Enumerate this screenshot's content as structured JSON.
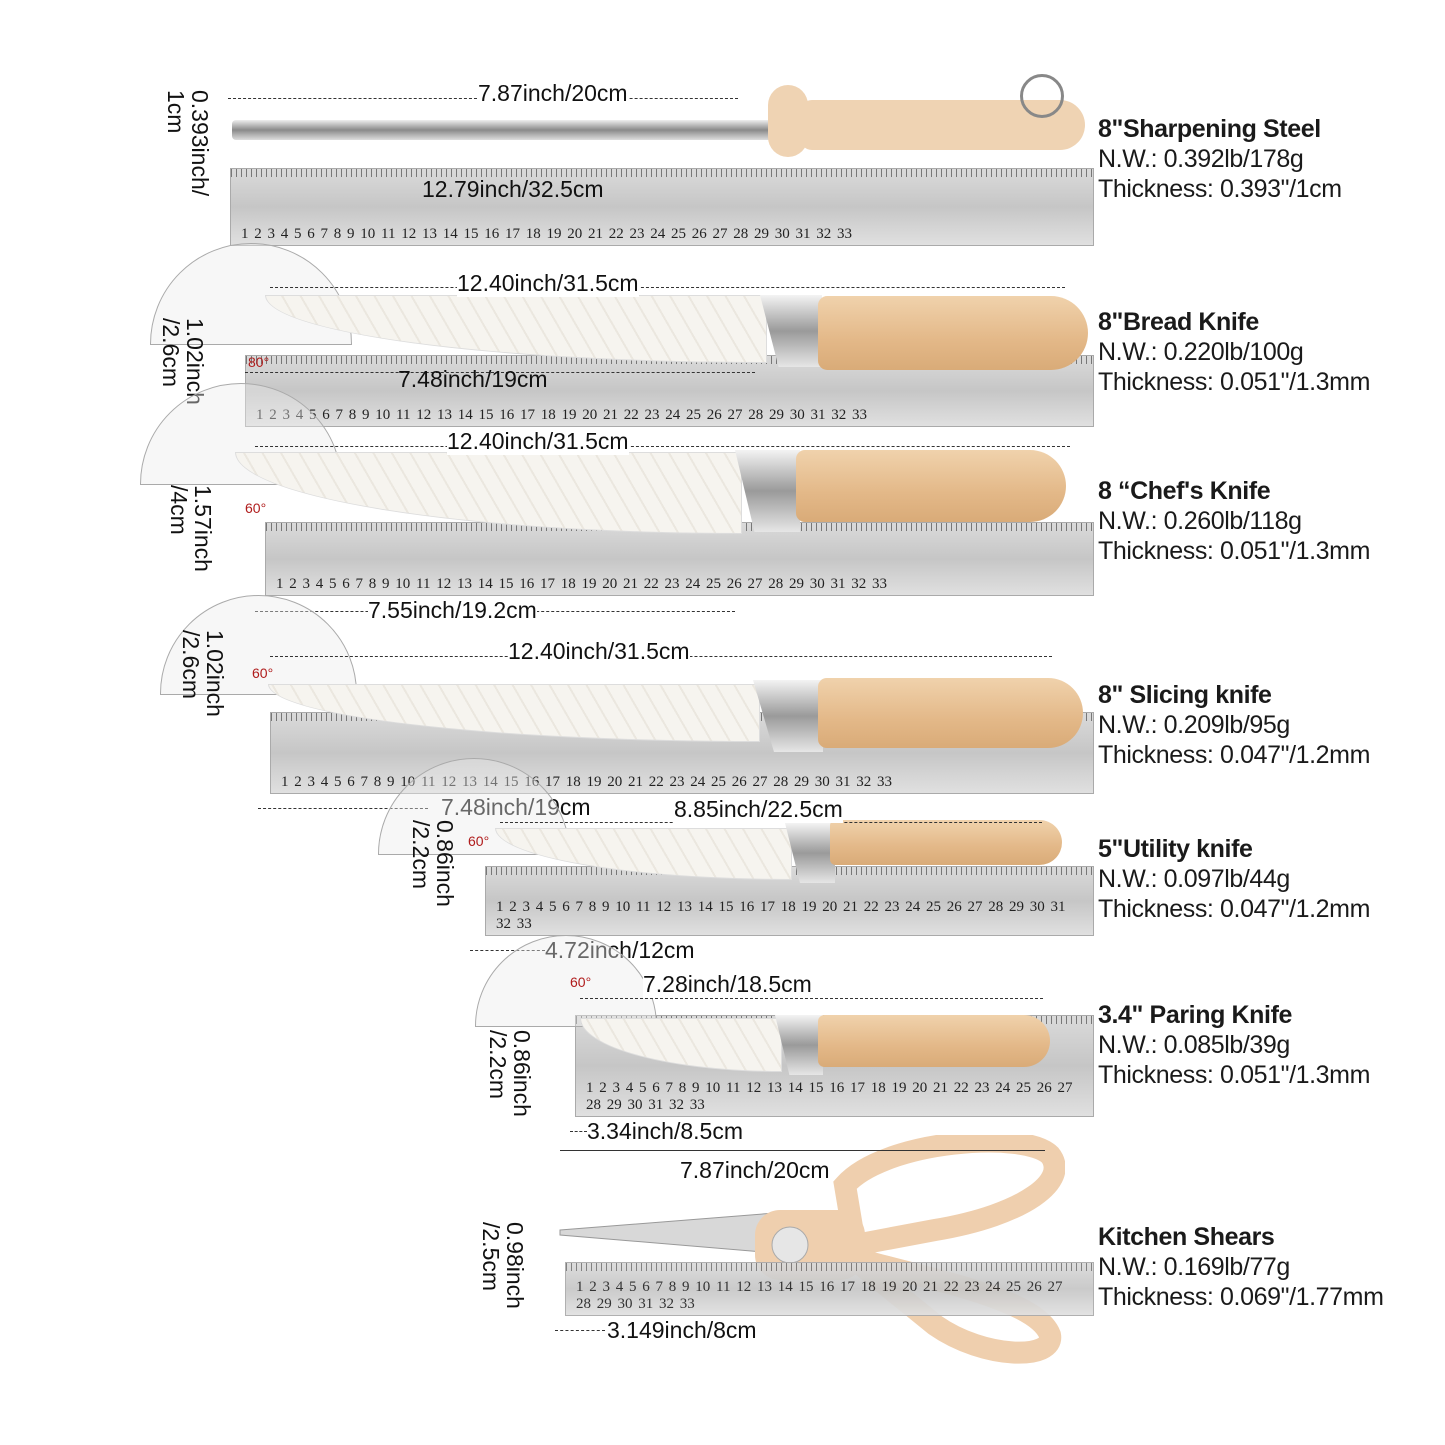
{
  "ruler_numbers": "1 2 3 4 5 6 7 8 9 10 11 12 13 14 15 16 17 18 19 20 21 22 23 24 25 26 27 28 29 30 31 32 33",
  "items": [
    {
      "name": "8\"Sharpening Steel",
      "nw": "N.W.: 0.392lb/178g",
      "thickness": "Thickness: 0.393\"/1cm",
      "length": "7.87inch/20cm",
      "total": "12.79inch/32.5cm",
      "width": "0.393inch/ 1cm"
    },
    {
      "name": "8\"Bread Knife",
      "nw": "N.W.: 0.220lb/100g",
      "thickness": "Thickness: 0.051\"/1.3mm",
      "length": "12.40inch/31.5cm",
      "blade": "7.48inch/19cm",
      "width": "1.02inch /2.6cm",
      "angle": "80°"
    },
    {
      "name": "8 “Chef's Knife",
      "nw": "N.W.: 0.260lb/118g",
      "thickness": "Thickness: 0.051\"/1.3mm",
      "length": "12.40inch/31.5cm",
      "blade": "7.55inch/19.2cm",
      "width": "1.57inch /4cm",
      "angle": "60°"
    },
    {
      "name": "8\" Slicing knife",
      "nw": "N.W.: 0.209lb/95g",
      "thickness": "Thickness: 0.047\"/1.2mm",
      "length": "12.40inch/31.5cm",
      "blade": "7.48inch/19cm",
      "width": "1.02inch /2.6cm",
      "angle": "60°"
    },
    {
      "name": "5\"Utility knife",
      "nw": "N.W.: 0.097lb/44g",
      "thickness": "Thickness: 0.047\"/1.2mm",
      "length": "8.85inch/22.5cm",
      "blade": "4.72inch/12cm",
      "width": "0.86inch /2.2cm",
      "angle": "60°"
    },
    {
      "name": "3.4\" Paring Knife",
      "nw": "N.W.: 0.085lb/39g",
      "thickness": "Thickness: 0.051\"/1.3mm",
      "length": "7.28inch/18.5cm",
      "blade": "3.34inch/8.5cm",
      "width": "0.86inch /2.2cm",
      "angle": "60°"
    },
    {
      "name": "Kitchen Shears",
      "nw": "N.W.: 0.169lb/77g",
      "thickness": "Thickness: 0.069\"/1.77mm",
      "length": "7.87inch/20cm",
      "blade": "3.149inch/8cm",
      "width": "0.98inch /2.5cm"
    }
  ]
}
